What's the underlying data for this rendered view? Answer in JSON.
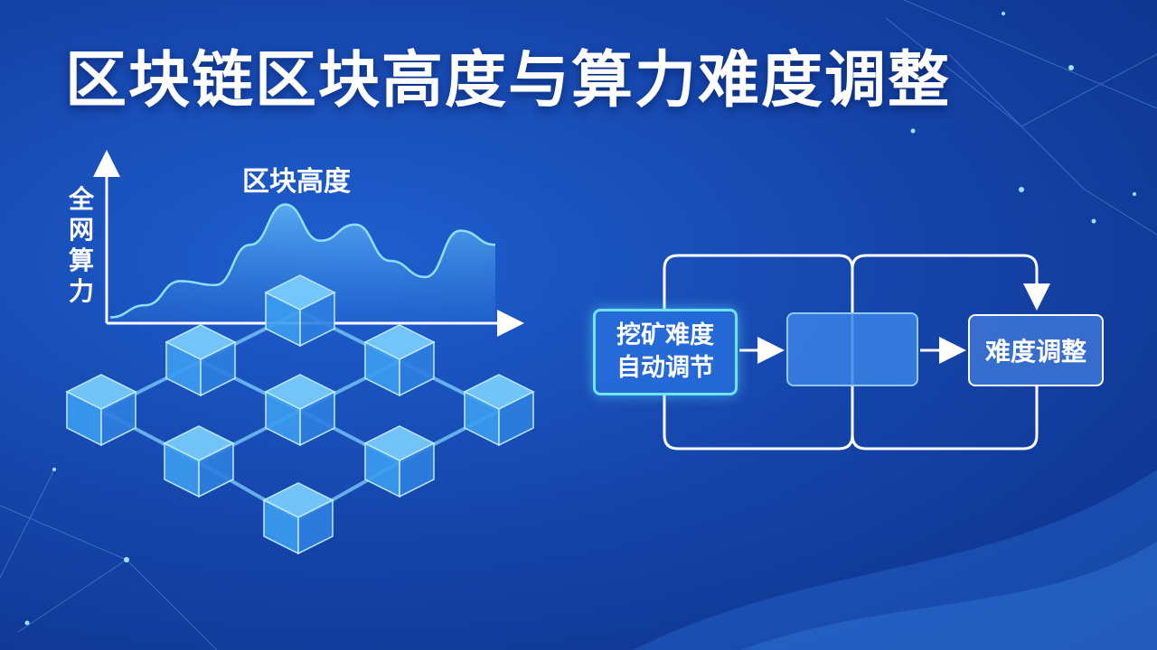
{
  "title": "区块链区块高度与算力难度调整",
  "chart": {
    "title": "区块高度",
    "ylabel": "全网算力",
    "ylabel_chars": [
      "全",
      "网",
      "算",
      "力"
    ]
  },
  "chart_data": {
    "type": "area",
    "title": "区块高度",
    "ylabel": "全网算力",
    "xlabel": "",
    "values": [
      2,
      8,
      20,
      18,
      38,
      58,
      40,
      48,
      30,
      22,
      45,
      38
    ]
  },
  "flow": {
    "mining_lines": [
      "挖矿难度",
      "自动调节"
    ],
    "middle": "",
    "adjust": "难度调整"
  },
  "colors": {
    "background": "#1647ad",
    "accent": "#6fe3ff",
    "area": "#5fb8ff",
    "text": "#ffffff"
  }
}
